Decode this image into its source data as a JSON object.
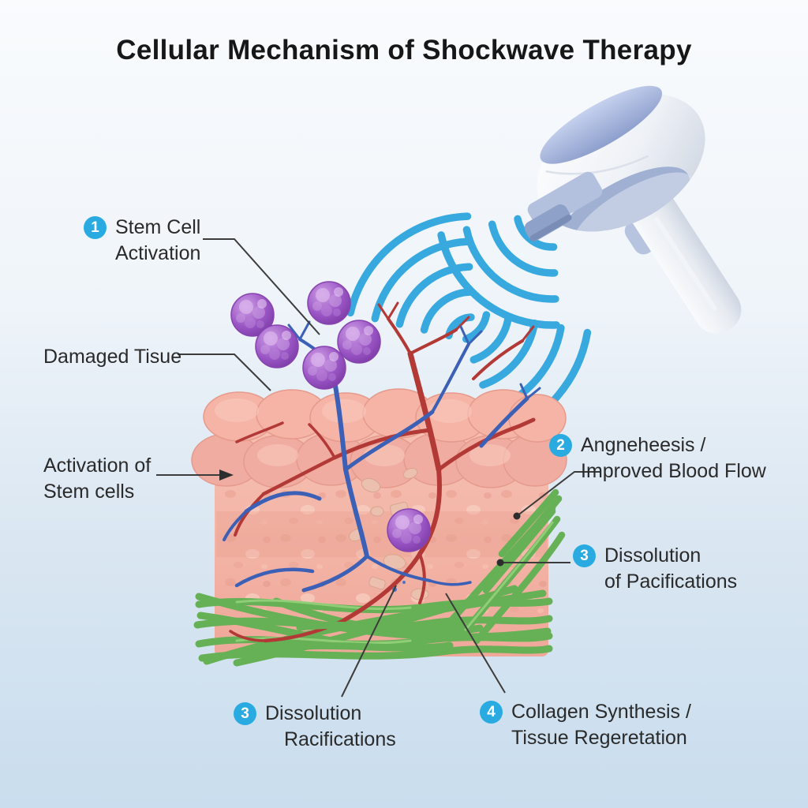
{
  "title": "Cellular Mechanism of Shockwave Therapy",
  "labels": {
    "stem_cell_activation": {
      "badge": "1",
      "line1": "Stem Cell",
      "line2": "Activation"
    },
    "damaged_tissue": {
      "text": "Damaged Tisue"
    },
    "activation_of_stem_cells": {
      "line1": "Activation of",
      "line2": "Stem cells"
    },
    "angiogenesis": {
      "badge": "2",
      "line1": "Angneheesis /",
      "line2": "Improved Blood Flow"
    },
    "dissolution_right": {
      "badge": "3",
      "line1": "Dissolution",
      "line2": "of Pacifications"
    },
    "dissolution_bottom": {
      "badge": "3",
      "line1": "Dissolution",
      "line2": "Racifications"
    },
    "collagen_synthesis": {
      "badge": "4",
      "line1": "Collagen Synthesis /",
      "line2": "Tissue Regeretation"
    }
  },
  "colors": {
    "badge": "#29abe2",
    "shockwave": "#38a9df",
    "stem_cell": "#9a55c4",
    "collagen_fiber": "#66b155",
    "artery": "#b23936",
    "vein": "#3b60b5",
    "tissue": "#f2b3a6",
    "leader_line": "#3c3c3c"
  }
}
